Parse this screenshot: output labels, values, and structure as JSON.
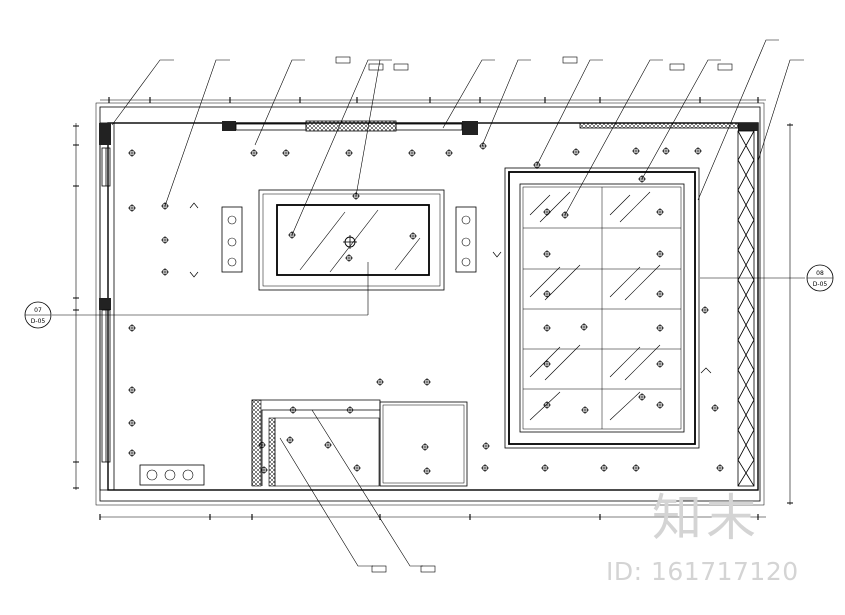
{
  "drawing": {
    "section_mark_left": {
      "number": "07",
      "sheet": "D-05"
    },
    "section_mark_right": {
      "number": "08",
      "sheet": "D-05"
    }
  },
  "watermark": {
    "brand": "知末",
    "id_text": "ID: 161717120"
  },
  "colors": {
    "line": "#000000",
    "watermark": "#d4d4d4"
  }
}
